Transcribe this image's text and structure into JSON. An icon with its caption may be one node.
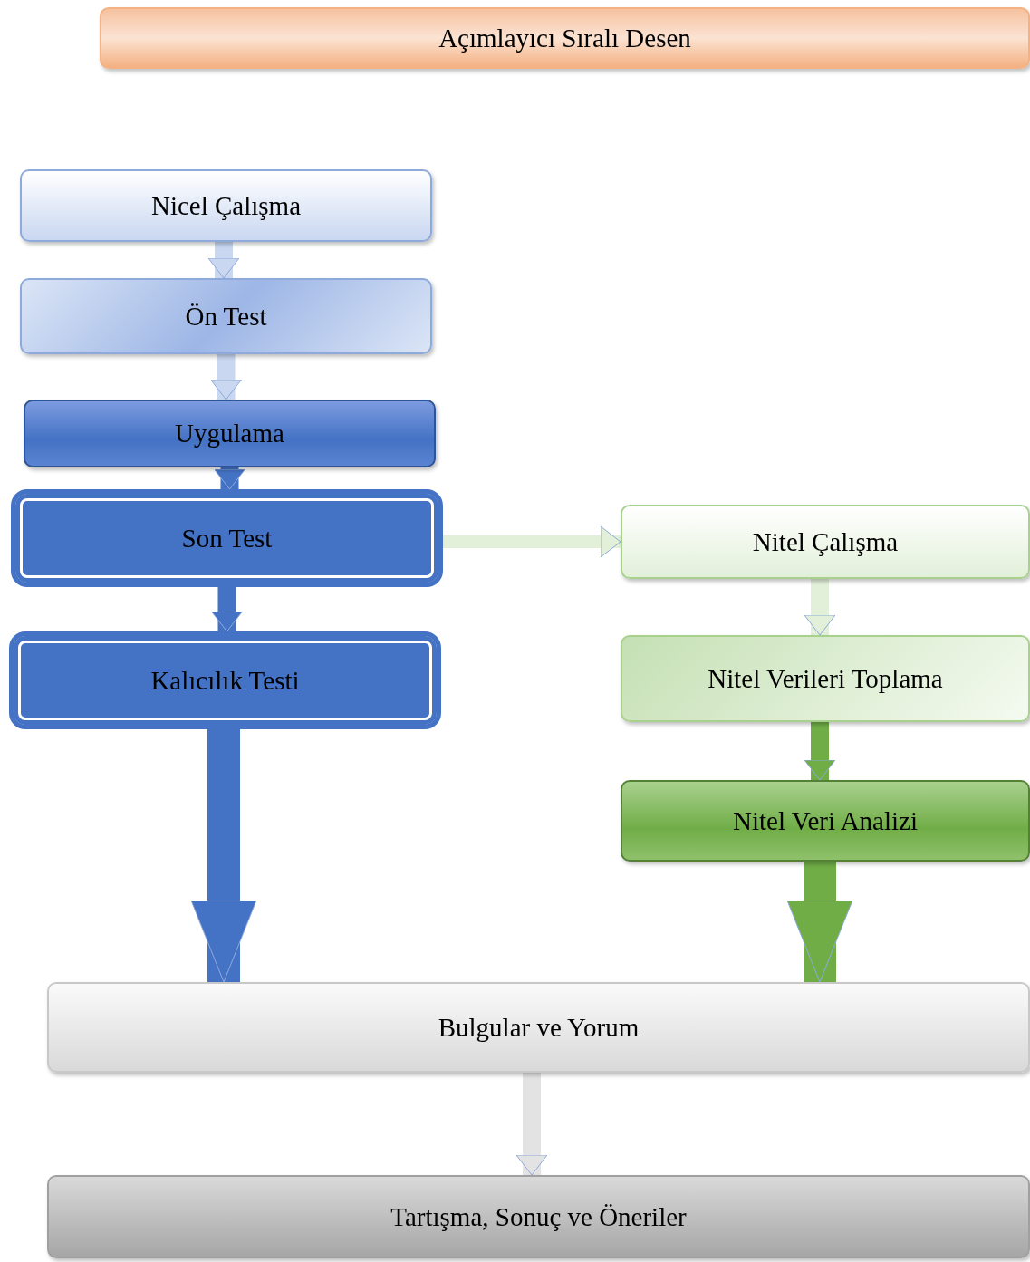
{
  "diagram": {
    "nodes": [
      {
        "text": [
          "Açımlayıcı Sıralı Desen"
        ]
      },
      {
        "text": [
          "Nicel Çalışma"
        ]
      },
      {
        "text": [
          "Ön Test"
        ]
      },
      {
        "text": [
          "Uygulama"
        ]
      },
      {
        "text": [
          "Son Test"
        ]
      },
      {
        "text": [
          "Kalıcılık Testi"
        ]
      },
      {
        "text": [
          "Nitel Çalışma"
        ]
      },
      {
        "text": [
          "Nitel Verileri Toplama"
        ]
      },
      {
        "text": [
          "Nitel Veri Analizi"
        ]
      },
      {
        "text": [
          "Bulgular ve Yorum"
        ]
      },
      {
        "text": [
          "Tartışma, Sonuç ve Öneriler"
        ]
      }
    ],
    "edges": [
      {
        "from": 1,
        "to": 2,
        "arrow": "to",
        "color": "#c9d7f1"
      },
      {
        "from": 2,
        "to": 3,
        "arrow": "to",
        "color": "#c9d7f1"
      },
      {
        "from": 3,
        "to": 4,
        "arrow": "to",
        "color": "#4472c4"
      },
      {
        "from": 4,
        "to": 5,
        "arrow": "to",
        "color": "#4472c4"
      },
      {
        "from": 4,
        "to": 6,
        "arrow": "to",
        "color": "#e2f0d9"
      },
      {
        "from": 6,
        "to": 7,
        "arrow": "to",
        "color": "#e2f0d9"
      },
      {
        "from": 7,
        "to": 8,
        "arrow": "to",
        "color": "#70ad47"
      },
      {
        "from": 5,
        "to": 9,
        "arrow": "to",
        "style": "thick",
        "color": "#4472c4"
      },
      {
        "from": 8,
        "to": 9,
        "arrow": "to",
        "style": "thick",
        "color": "#70ad47"
      },
      {
        "from": 9,
        "to": 10,
        "arrow": "to",
        "color": "#e3e3e3"
      }
    ]
  }
}
